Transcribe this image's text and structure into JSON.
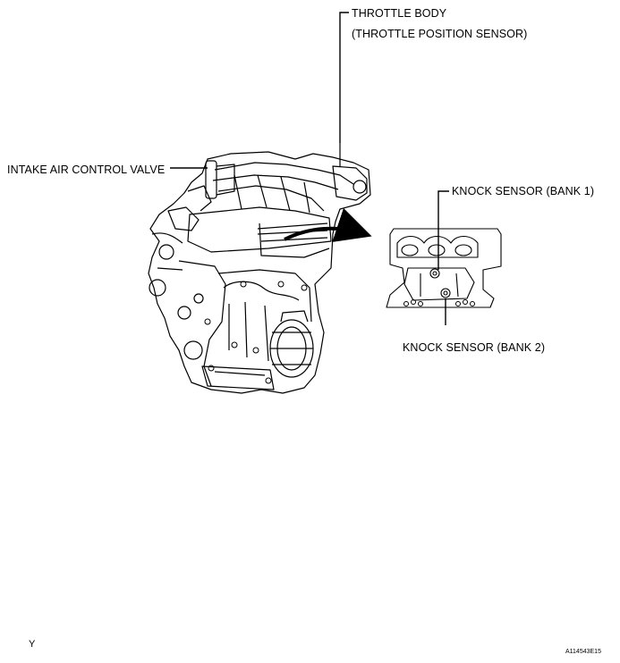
{
  "callouts": {
    "throttle_body": "THROTTLE BODY",
    "throttle_position_sensor": "(THROTTLE POSITION SENSOR)",
    "intake_air_control_valve": "INTAKE AIR CONTROL VALVE",
    "knock_sensor_bank1": "KNOCK SENSOR (BANK 1)",
    "knock_sensor_bank2": "KNOCK SENSOR (BANK 2)"
  },
  "footer": {
    "left_mark": "Y",
    "figure_id": "A114543E15"
  },
  "colors": {
    "ink": "#000000",
    "background": "#ffffff"
  }
}
